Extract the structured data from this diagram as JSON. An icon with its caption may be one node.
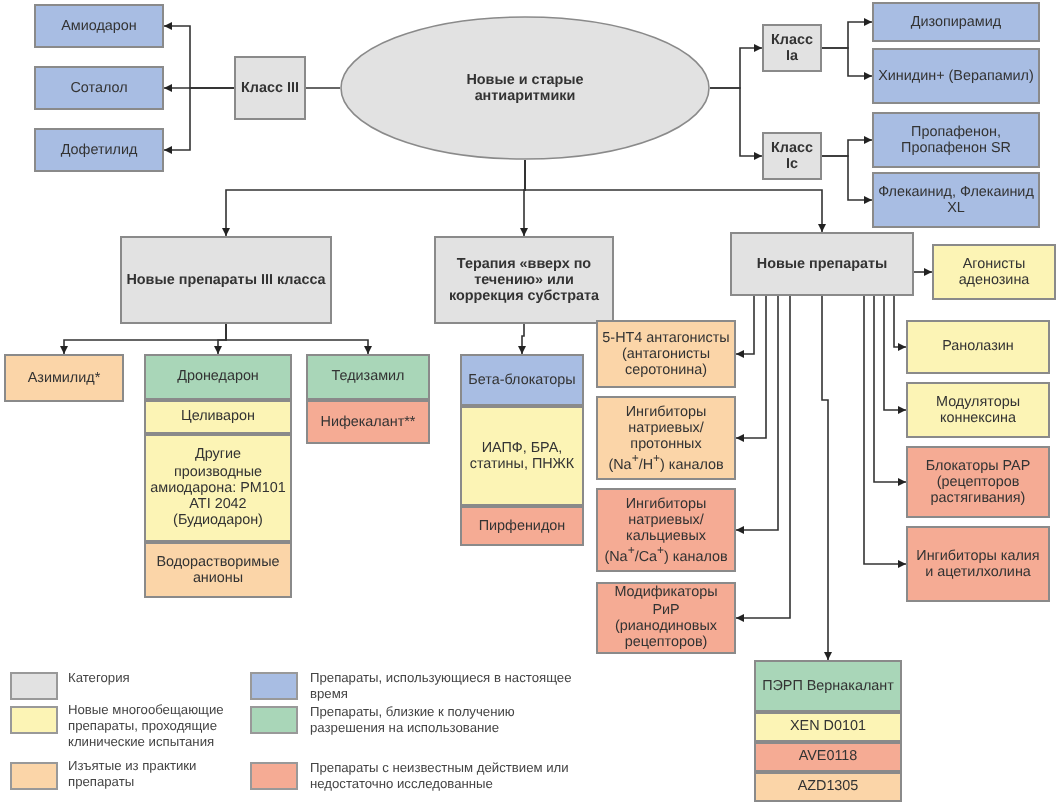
{
  "diagram": {
    "nodes": [
      {
        "text": [
          "Новые и старые антиаритмики"
        ]
      },
      {
        "text": [
          "Класс III"
        ]
      },
      {
        "text": [
          "Амиодарон"
        ]
      },
      {
        "text": [
          "Соталол"
        ]
      },
      {
        "text": [
          "Дофетилид"
        ]
      },
      {
        "text": [
          "Класс Ia"
        ]
      },
      {
        "text": [
          "Дизопирамид"
        ]
      },
      {
        "text": [
          "Хинидин+ (Верапамил)"
        ]
      },
      {
        "text": [
          "Класс Ic"
        ]
      },
      {
        "text": [
          "Пропафенон, Пропафенон SR"
        ]
      },
      {
        "text": [
          "Флекаинид, Флекаинид XL"
        ]
      },
      {
        "text": [
          "Новые препараты III класса"
        ]
      },
      {
        "text": [
          "Терапия «вверх по течению» или коррекция субстрата"
        ]
      },
      {
        "text": [
          "Новые препараты"
        ]
      },
      {
        "text": [
          "Агонисты аденозина"
        ]
      },
      {
        "text": [
          "Азимилид*"
        ]
      },
      {
        "text": [
          "Дронедарон"
        ]
      },
      {
        "text": [
          "Целиварон"
        ]
      },
      {
        "text": [
          "Другие производные амиодарона: PM101 ATI 2042 (Будиодарон)"
        ]
      },
      {
        "text": [
          "Водорастворимые анионы"
        ]
      },
      {
        "text": [
          "Тедизамил"
        ]
      },
      {
        "text": [
          "Нифекалант**"
        ]
      },
      {
        "text": [
          "Бета-блокаторы"
        ]
      },
      {
        "text": [
          "ИАПФ, БРА, статины, ПНЖК"
        ]
      },
      {
        "text": [
          "Пирфенидон"
        ]
      },
      {
        "text": [
          "5-НТ4 антагонисты (антагонисты серотонина)"
        ]
      },
      {
        "text": [
          "Ингибиторы натриевых/ протонных (Na$^{+}$/H$^{+}$) каналов"
        ]
      },
      {
        "text": [
          "Ингибиторы натриевых/ кальциевых (Na$^{+}$/Ca$^{+}$) каналов"
        ]
      },
      {
        "text": [
          "Модификаторы РиР (рианодиновых рецепторов)"
        ]
      },
      {
        "text": [
          "Ранолазин"
        ]
      },
      {
        "text": [
          "Модуляторы коннексина"
        ]
      },
      {
        "text": [
          "Блокаторы РАР (рецепторов растягивания)"
        ]
      },
      {
        "text": [
          "Ингибиторы калия и ацетилхолина"
        ]
      },
      {
        "text": [
          "ПЭРП Вернакалант"
        ]
      },
      {
        "text": [
          "XEN D0101"
        ]
      },
      {
        "text": [
          "AVE0118"
        ]
      },
      {
        "text": [
          "AZD1305"
        ]
      }
    ],
    "edges": [
      {
        "from": 0,
        "to": 1,
        "arrow": "none"
      },
      {
        "from": 1,
        "to": 2,
        "arrow": "to"
      },
      {
        "from": 1,
        "to": 3,
        "arrow": "to"
      },
      {
        "from": 1,
        "to": 4,
        "arrow": "to"
      },
      {
        "from": 0,
        "to": 5,
        "arrow": "to"
      },
      {
        "from": 0,
        "to": 8,
        "arrow": "to"
      },
      {
        "from": 5,
        "to": 6,
        "arrow": "to"
      },
      {
        "from": 5,
        "to": 7,
        "arrow": "to"
      },
      {
        "from": 8,
        "to": 9,
        "arrow": "to"
      },
      {
        "from": 8,
        "to": 10,
        "arrow": "to"
      },
      {
        "from": 0,
        "to": 11,
        "arrow": "to"
      },
      {
        "from": 0,
        "to": 12,
        "arrow": "to"
      },
      {
        "from": 0,
        "to": 13,
        "arrow": "to"
      },
      {
        "from": 13,
        "to": 14,
        "arrow": "to"
      },
      {
        "from": 11,
        "to": 15,
        "arrow": "to"
      },
      {
        "from": 11,
        "to": 16,
        "arrow": "to"
      },
      {
        "from": 11,
        "to": 20,
        "arrow": "to"
      },
      {
        "from": 12,
        "to": 22,
        "arrow": "to"
      },
      {
        "from": 13,
        "to": 25,
        "arrow": "to"
      },
      {
        "from": 13,
        "to": 26,
        "arrow": "to"
      },
      {
        "from": 13,
        "to": 27,
        "arrow": "to"
      },
      {
        "from": 13,
        "to": 28,
        "arrow": "to"
      },
      {
        "from": 13,
        "to": 29,
        "arrow": "to"
      },
      {
        "from": 13,
        "to": 30,
        "arrow": "to"
      },
      {
        "from": 13,
        "to": 31,
        "arrow": "to"
      },
      {
        "from": 13,
        "to": 32,
        "arrow": "to"
      },
      {
        "from": 13,
        "to": 33,
        "arrow": "to"
      }
    ],
    "legend": [
      {
        "text": "Категория",
        "color": "#e2e2e2"
      },
      {
        "text": "Препараты, использующиеся в настоящее время",
        "color": "#a8bde3"
      },
      {
        "text": "Новые многообещающие препараты, проходящие клинические испытания",
        "color": "#fcf4b5"
      },
      {
        "text": "Препараты, близкие к получению разрешения на использование",
        "color": "#a9d6b8"
      },
      {
        "text": "Изъятые из практики препараты",
        "color": "#fbd5a8"
      },
      {
        "text": "Препараты с неизвестным действием или недостаточно исследованные",
        "color": "#f5ab94"
      }
    ]
  }
}
